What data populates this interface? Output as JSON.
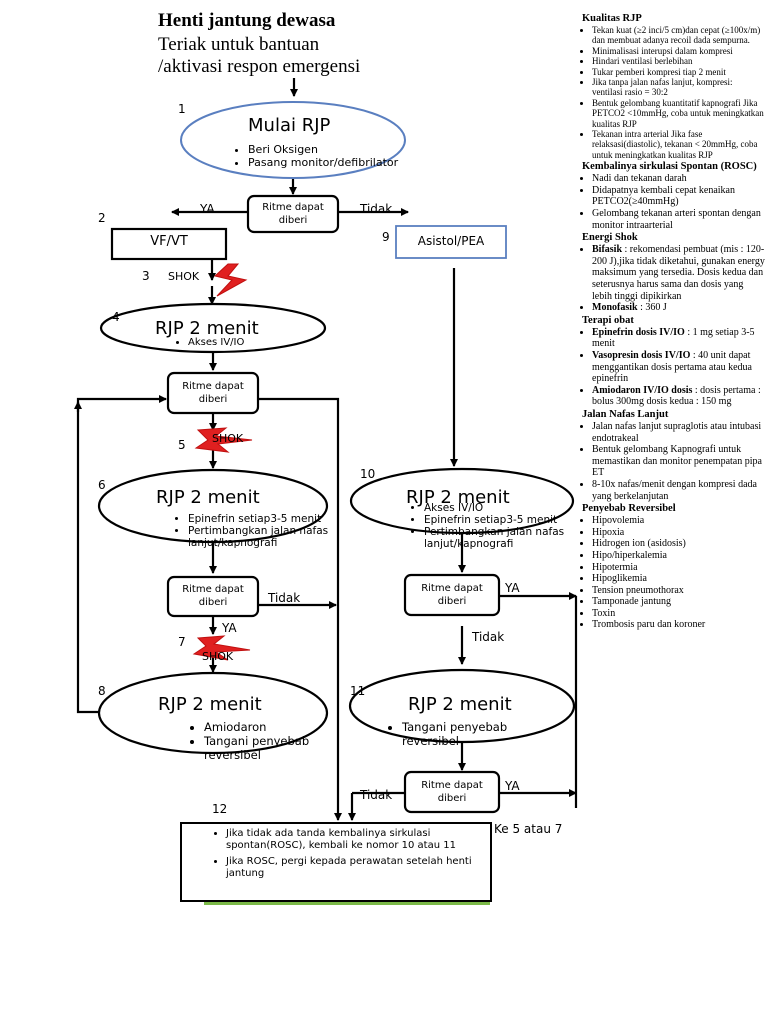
{
  "header": {
    "title": "Henti jantung dewasa",
    "line1": "Teriak untuk bantuan",
    "line2": "/aktivasi respon emergensi"
  },
  "steps": {
    "n1": "1",
    "n2": "2",
    "n3": "3",
    "n4": "4",
    "n5": "5",
    "n6": "6",
    "n7": "7",
    "n8": "8",
    "n9": "9",
    "n10": "10",
    "n11": "11",
    "n12": "12",
    "start": {
      "title": "Mulai RJP",
      "items": [
        "Beri Oksigen",
        "Pasang monitor/defibrilator"
      ]
    },
    "rhythm_label": "Ritme dapat diberi",
    "vf_vt": "VF/VT",
    "asistol": "Asistol/PEA",
    "shok": "SHOK",
    "cpr2": "RJP 2 menit",
    "cpr4_item": "Akses IV/IO",
    "cpr6_items": [
      "Epinefrin setiap3-5 menit",
      "Pertimbangkan jalan nafas lanjut/kapnografi"
    ],
    "cpr10_items": [
      "Akses IV/IO",
      "Epinefrin setiap3-5 menit",
      "Pertimbangkan jalan nafas lanjut/kapnografi"
    ],
    "cpr8_items": [
      "Amiodaron",
      "Tangani penyebab reversibel"
    ],
    "cpr11_items": [
      "Tangani penyebab reversibel"
    ],
    "ya": "YA",
    "tidak": "Tidak",
    "ke57": "Ke 5 atau 7",
    "box12_items": [
      "Jika tidak ada tanda kembalinya sirkulasi spontan(ROSC), kembali ke nomor 10 atau 11",
      "Jika ROSC, pergi kepada perawatan setelah henti jantung"
    ]
  },
  "sidebar": {
    "quality_title": "Kualitas RJP",
    "quality_items": [
      "Tekan kuat (≥2 inci/5 cm)dan cepat (≥100x/m) dan membuat adanya recoil dada sempurna.",
      "Minimalisasi interupsi dalam kompresi",
      "Hindari ventilasi berlebihan",
      "Tukar pemberi kompresi tiap 2 menit",
      "Jika tanpa jalan nafas lanjut, kompresi: ventilasi rasio = 30:2",
      "Bentuk gelombang kuantitatif kapnografi Jika PETCO2 <10mmHg, coba untuk meningkatkan kualitas RJP",
      "Tekanan intra arterial Jika fase relaksasi(diastolic), tekanan < 20mmHg, coba untuk meningkatkan kualitas RJP"
    ],
    "rosc_title": "Kembalinya sirkulasi Spontan (ROSC)",
    "rosc_items": [
      "Nadi dan tekanan darah",
      "Didapatnya kembali cepat kenaikan PETCO2(≥40mmHg)",
      "Gelombang tekanan arteri spontan dengan monitor intraarterial"
    ],
    "energy_title": "Energi Shok",
    "energy_biphasic_label": "Bifasik",
    "energy_biphasic_text": " : rekomendasi pembuat (mis : 120-200 J),jika tidak diketahui, gunakan energy maksimum yang tersedia. Dosis kedua dan seterusnya harus sama dan dosis yang lebih tinggi dipikirkan",
    "energy_mono_label": "Monofasik",
    "energy_mono_text": " : 360 J",
    "drug_title": "Terapi obat",
    "drug_epi_label": "Epinefrin dosis IV/IO",
    "drug_epi_text": " : 1 mg setiap 3-5 menit",
    "drug_vaso_label": "Vasopresin dosis IV/IO",
    "drug_vaso_text": " : 40 unit dapat menggantikan dosis pertama atau kedua epinefrin",
    "drug_amio_label": "Amiodaron IV/IO dosis",
    "drug_amio_text": " : dosis pertama : bolus 300mg dosis kedua : 150 mg",
    "airway_title": "Jalan Nafas Lanjut",
    "airway_items": [
      "Jalan nafas lanjut supraglotis atau intubasi endotrakeal",
      "Bentuk gelombang Kapnografi untuk memastikan dan monitor penempatan pipa ET",
      "8-10x nafas/menit dengan kompresi dada yang berkelanjutan"
    ],
    "causes_title": "Penyebab Reversibel",
    "causes_items": [
      "Hipovolemia",
      "Hipoxia",
      "Hidrogen ion (asidosis)",
      "Hipo/hiperkalemia",
      "Hipotermia",
      "Hipoglikemia",
      "Tension pneumothorax",
      "Tamponade jantung",
      "Toxin",
      "Trombosis paru dan koroner"
    ]
  }
}
